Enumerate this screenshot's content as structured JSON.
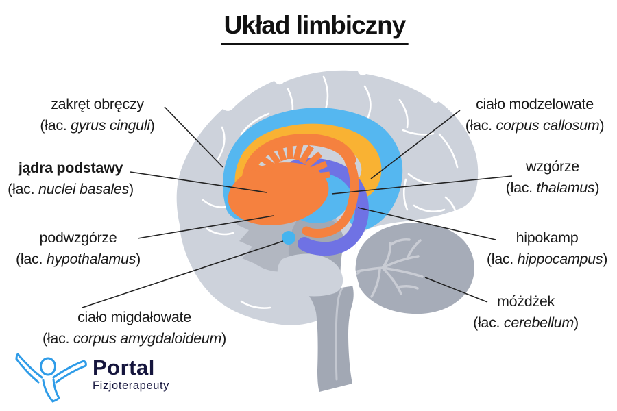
{
  "title": "Układ limbiczny",
  "labels": {
    "left": [
      {
        "pl": "zakręt obręczy",
        "prefix": "(łac. ",
        "term": "gyrus cinguli",
        "suffix": ")"
      },
      {
        "pl": "jądra podstawy",
        "prefix": "(łac. ",
        "term": "nuclei basales",
        "suffix": ")"
      },
      {
        "pl": "podwzgórze",
        "prefix": "(łac. ",
        "term": "hypothalamus",
        "suffix": ")"
      },
      {
        "pl": "ciało migdałowate",
        "prefix": "(łac. ",
        "term": "corpus amygdaloideum",
        "suffix": ")"
      }
    ],
    "right": [
      {
        "pl": "ciało modzelowate",
        "prefix": "(łac. ",
        "term": "corpus callosum",
        "suffix": ")"
      },
      {
        "pl": "wzgórze",
        "prefix": "(łac. ",
        "term": "thalamus",
        "suffix": ")"
      },
      {
        "pl": "hipokamp",
        "prefix": "(łac. ",
        "term": "hippocampus",
        "suffix": ")"
      },
      {
        "pl": "móżdżek",
        "prefix": "(łac. ",
        "term": "cerebellum",
        "suffix": ")"
      }
    ]
  },
  "logo": {
    "brand": "Portal",
    "tagline": "Fizjoterapeuty"
  },
  "diagram": {
    "structures": [
      {
        "id": "cerebrum",
        "color": "#cdd2db"
      },
      {
        "id": "midbrain",
        "color": "#b2b7c1"
      },
      {
        "id": "brainstem",
        "color": "#a2a8b4"
      },
      {
        "id": "cerebellum",
        "color": "#a6acb8"
      },
      {
        "id": "cingulate-gyrus",
        "color": "#55b7f0"
      },
      {
        "id": "corpus-callosum",
        "color": "#f9b233"
      },
      {
        "id": "basal-nuclei",
        "color": "#f5813f"
      },
      {
        "id": "thalamus",
        "color": "#55b7f0"
      },
      {
        "id": "fornix-hippocampus",
        "color": "#6f72e4"
      },
      {
        "id": "amygdala",
        "color": "#45b4ef"
      }
    ],
    "pointer_line_color": "#222222",
    "text_color": "#1a1a1a",
    "logo_blue": "#2f9ce8",
    "logo_text_color": "#15153d"
  }
}
